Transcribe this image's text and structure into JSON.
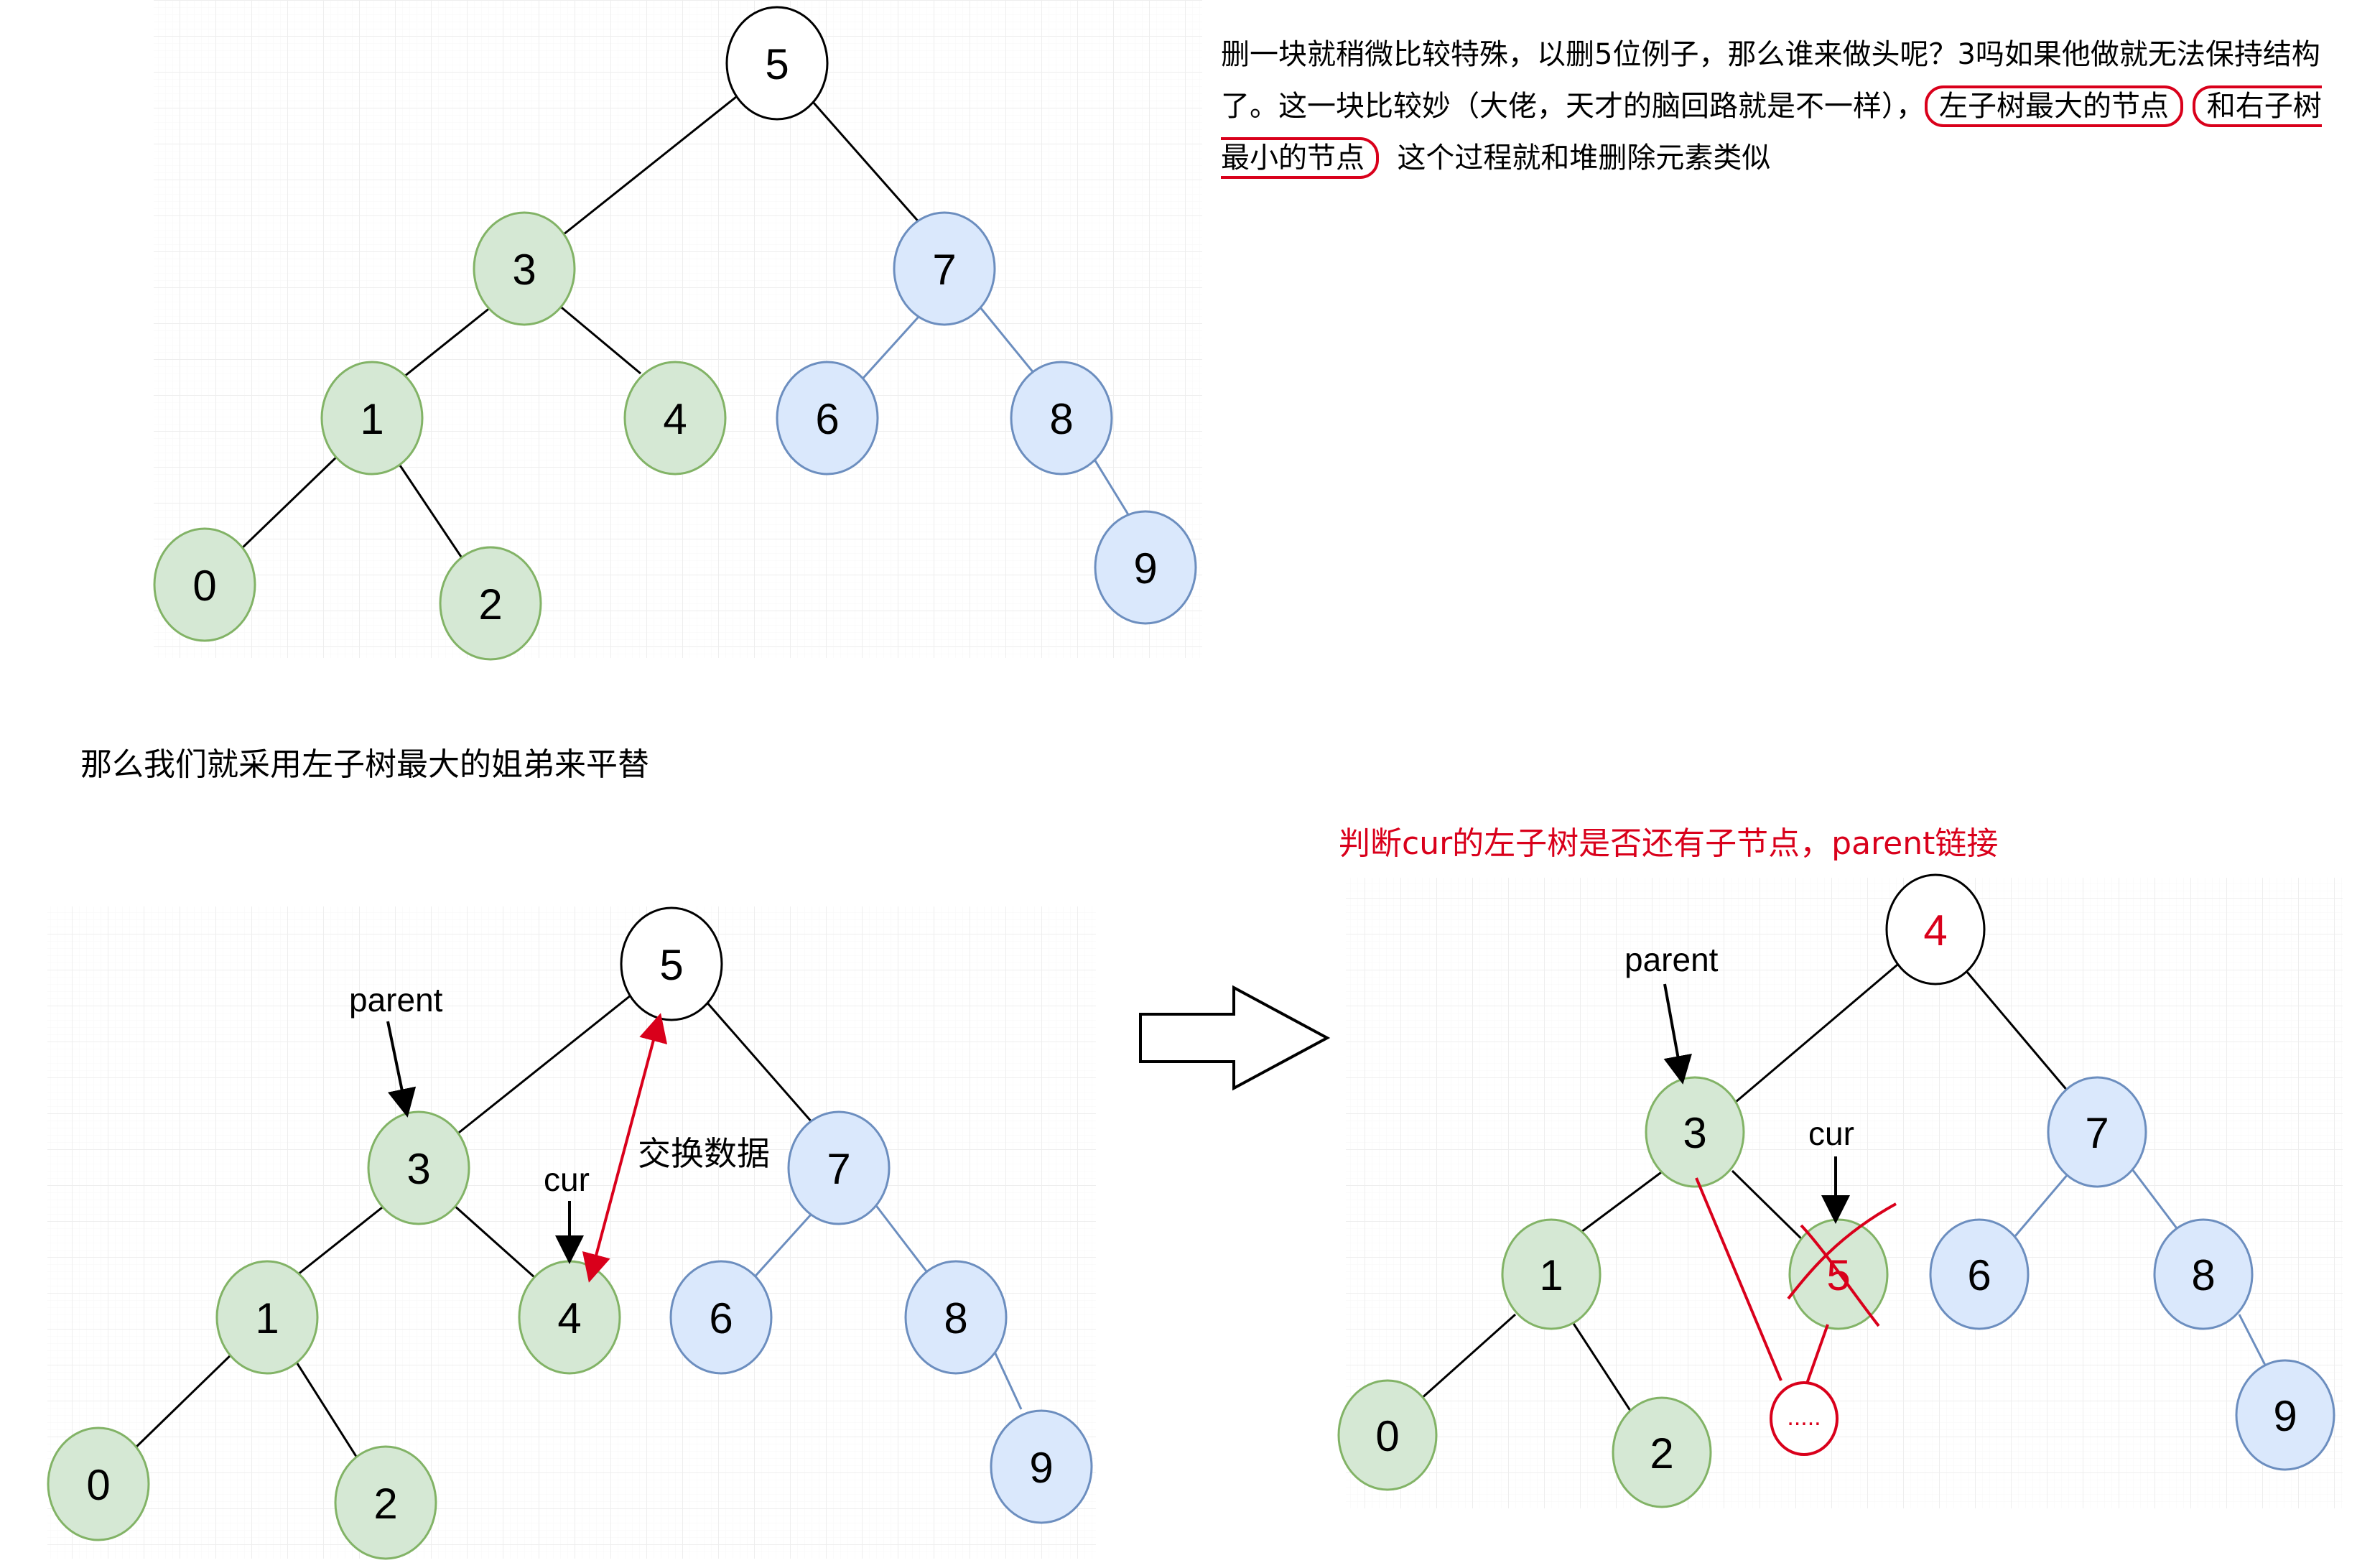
{
  "annotations": {
    "top_note_part1": "删一块就稍微比较特殊，以删5位例子，那么谁来做头呢？3吗如果他做就无法保持结构了。这一块比较妙（大佬，天才的脑回路就是不一样），",
    "top_note_box1": "左子树最大的节点",
    "top_note_box2": "和右子树最小的节点",
    "top_note_part2": "这个过程就和堆删除元素类似",
    "middle_note": "那么我们就采用左子树最大的姐弟来平替",
    "right_title": "判断cur的左子树是否还有子节点，parent链接"
  },
  "colors": {
    "green_fill": "#d5e8d4",
    "green_stroke": "#82b366",
    "blue_fill": "#dae8fc",
    "blue_stroke": "#6c8ebf",
    "accent_red": "#d9001b"
  },
  "diagram1": {
    "nodes": {
      "root": "5",
      "n3": "3",
      "n7": "7",
      "n1": "1",
      "n4": "4",
      "n6": "6",
      "n8": "8",
      "n0": "0",
      "n2": "2",
      "n9": "9"
    }
  },
  "diagram2": {
    "nodes": {
      "root": "5",
      "n3": "3",
      "n7": "7",
      "n1": "1",
      "n4": "4",
      "n6": "6",
      "n8": "8",
      "n0": "0",
      "n2": "2",
      "n9": "9"
    },
    "labels": {
      "parent": "parent",
      "cur": "cur",
      "swap": "交换数据"
    }
  },
  "diagram3": {
    "nodes": {
      "root": "4",
      "n3": "3",
      "n7": "7",
      "n1": "1",
      "deleted": "5",
      "n6": "6",
      "n8": "8",
      "n0": "0",
      "n2": "2",
      "n9": "9",
      "placeholder": "....."
    },
    "labels": {
      "parent": "parent",
      "cur": "cur"
    }
  }
}
